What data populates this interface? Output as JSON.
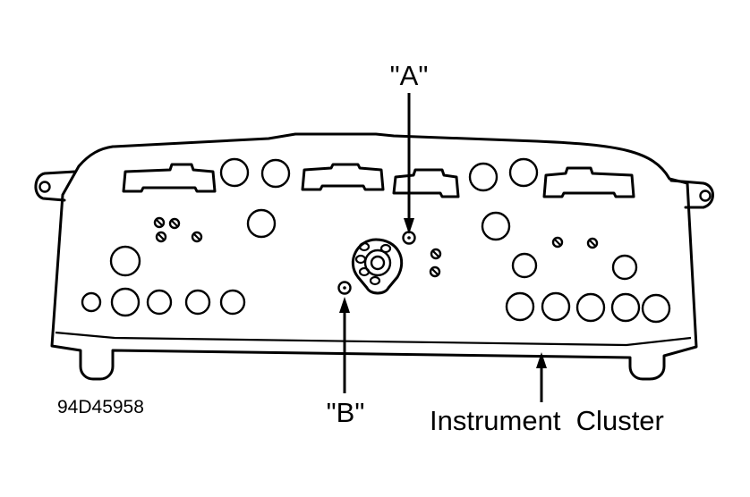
{
  "diagram": {
    "callout_a": "\"A\"",
    "callout_b": "\"B\"",
    "part_label": "Instrument  Cluster",
    "figure_code": "94D45958"
  }
}
